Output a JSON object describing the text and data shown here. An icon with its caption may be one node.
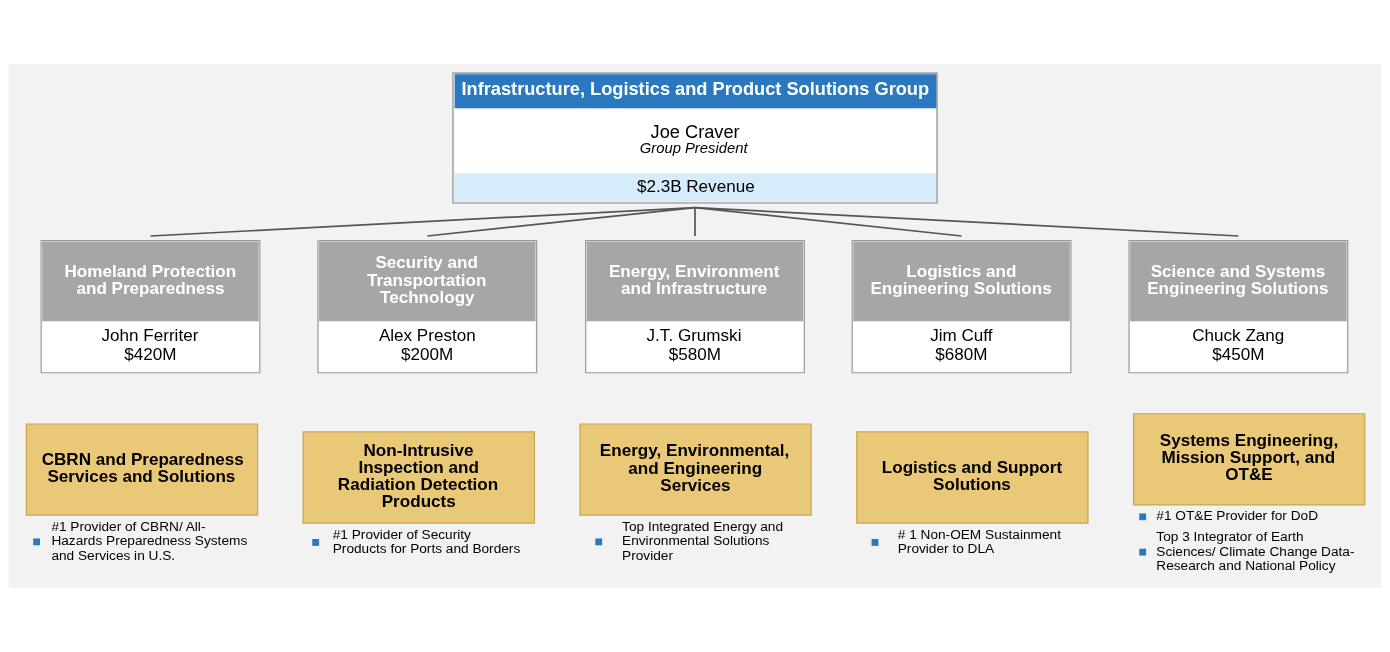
{
  "diagram": {
    "nodes": [
      {
        "text": [
          "Infrastructure, Logistics and Product Solutions Group",
          "Joe Craver",
          "Group President",
          "$2.3B Revenue"
        ]
      },
      {
        "text": [
          "Homeland Protection and Preparedness",
          "John Ferriter",
          "$420M"
        ]
      },
      {
        "text": [
          "Security and Transportation Technology",
          "Alex Preston",
          "$200M"
        ]
      },
      {
        "text": [
          "Energy, Environment and Infrastructure",
          "J.T. Grumski",
          "$580M"
        ]
      },
      {
        "text": [
          "Logistics and Engineering Solutions",
          "Jim Cuff",
          "$680M"
        ]
      },
      {
        "text": [
          "Science and Systems Engineering Solutions",
          "Chuck Zang",
          "$450M"
        ]
      },
      {
        "text": [
          "CBRN and Preparedness Services and Solutions"
        ],
        "beside": [
          "#1 Provider of CBRN/ All-Hazards Preparedness Systems and Services in U.S."
        ]
      },
      {
        "text": [
          "Non-Intrusive Inspection and Radiation Detection Products"
        ],
        "beside": [
          "#1 Provider of Security Products for Ports and Borders"
        ]
      },
      {
        "text": [
          "Energy, Environmental, and Engineering Services"
        ],
        "beside": [
          "Top Integrated Energy and Environmental Solutions Provider"
        ]
      },
      {
        "text": [
          "Logistics and Support Solutions"
        ],
        "beside": [
          "# 1 Non-OEM Sustainment Provider to DLA"
        ]
      },
      {
        "text": [
          "Systems Engineering, Mission Support, and OT&E"
        ],
        "beside": [
          "#1 OT&E Provider for DoD",
          "Top 3 Integrator of Earth Sciences/ Climate Change Data-Research and National Policy"
        ]
      }
    ],
    "edges": [
      {
        "from": 0,
        "to": 1,
        "arrow": "none"
      },
      {
        "from": 0,
        "to": 2,
        "arrow": "none"
      },
      {
        "from": 0,
        "to": 3,
        "arrow": "none"
      },
      {
        "from": 0,
        "to": 4,
        "arrow": "none"
      },
      {
        "from": 0,
        "to": 5,
        "arrow": "none"
      }
    ]
  }
}
